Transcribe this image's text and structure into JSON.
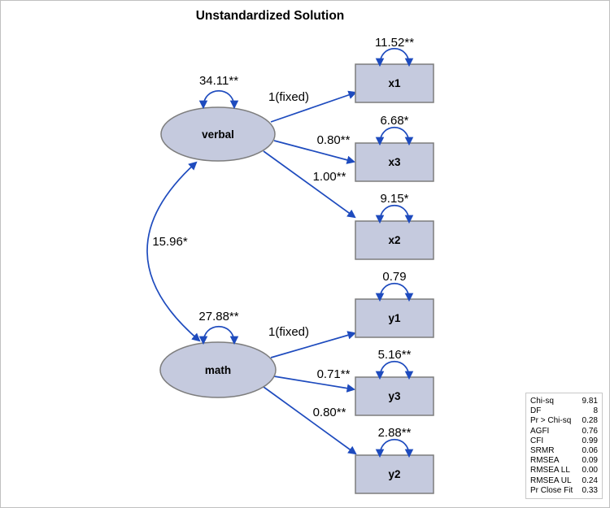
{
  "title": "Unstandardized Solution",
  "colors": {
    "background": "#ffffff",
    "canvas-border": "#c0c0c0",
    "node-fill": "#c5cade",
    "node-stroke": "#7d7d7d",
    "arrow": "#1e4bbe",
    "text": "#000000",
    "table-border": "#c8c8c8"
  },
  "diagram": {
    "latent": [
      {
        "label": "verbal",
        "variance": "34.11**"
      },
      {
        "label": "math",
        "variance": "27.88**"
      }
    ],
    "observed": [
      {
        "label": "x1",
        "variance": "11.52**"
      },
      {
        "label": "x3",
        "variance": "6.68*"
      },
      {
        "label": "x2",
        "variance": "9.15*"
      },
      {
        "label": "y1",
        "variance": "0.79"
      },
      {
        "label": "y3",
        "variance": "5.16**"
      },
      {
        "label": "y2",
        "variance": "2.88**"
      }
    ],
    "paths": [
      {
        "from": "verbal",
        "to": "x1",
        "label": "1(fixed)"
      },
      {
        "from": "verbal",
        "to": "x3",
        "label": "0.80**"
      },
      {
        "from": "verbal",
        "to": "x2",
        "label": "1.00**"
      },
      {
        "from": "math",
        "to": "y1",
        "label": "1(fixed)"
      },
      {
        "from": "math",
        "to": "y3",
        "label": "0.71**"
      },
      {
        "from": "math",
        "to": "y2",
        "label": "0.80**"
      }
    ],
    "covariance": {
      "between": "verbal-math",
      "label": "15.96*"
    }
  },
  "fit_table": {
    "rows": [
      {
        "label": "Chi-sq",
        "value": "9.81"
      },
      {
        "label": "DF",
        "value": "8"
      },
      {
        "label": "Pr > Chi-sq",
        "value": "0.28"
      },
      {
        "label": "AGFI",
        "value": "0.76"
      },
      {
        "label": "CFI",
        "value": "0.99"
      },
      {
        "label": "SRMR",
        "value": "0.06"
      },
      {
        "label": "RMSEA",
        "value": "0.09"
      },
      {
        "label": "RMSEA LL",
        "value": "0.00"
      },
      {
        "label": "RMSEA UL",
        "value": "0.24"
      },
      {
        "label": "Pr Close Fit",
        "value": "0.33"
      }
    ]
  }
}
